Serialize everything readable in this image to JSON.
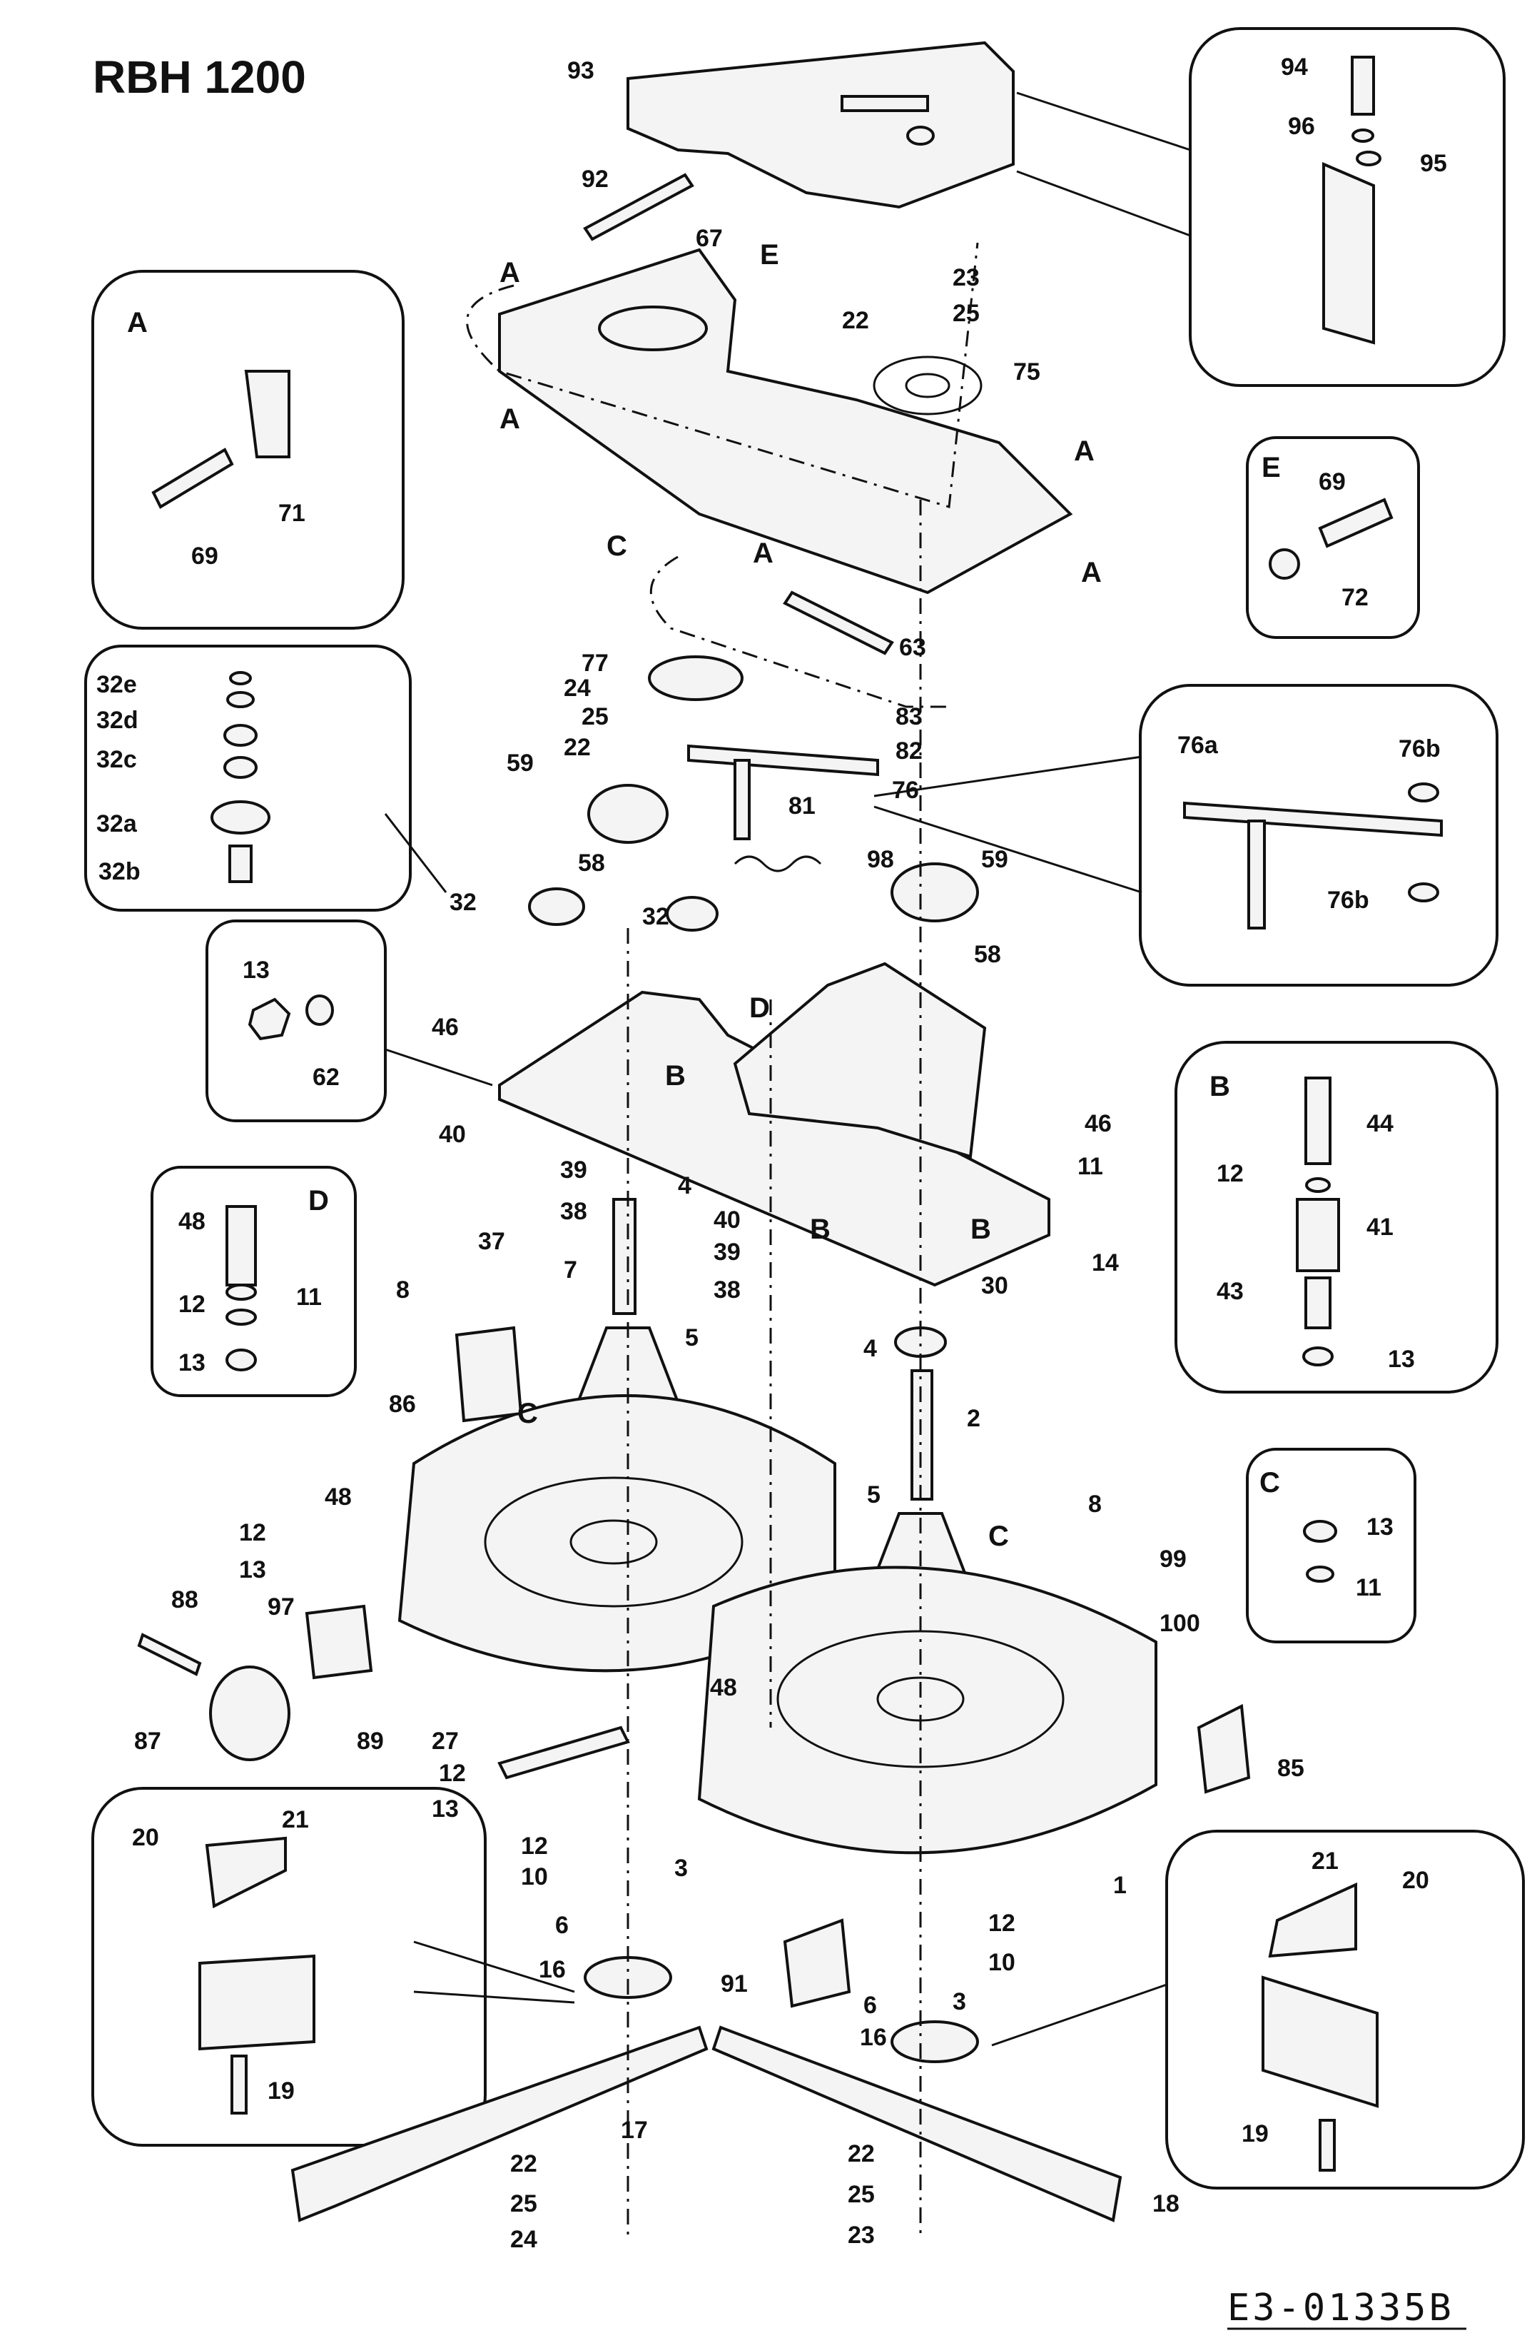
{
  "title": "RBH 1200",
  "drawing_code": "E3-01335B",
  "letters": {
    "A": "A",
    "B": "B",
    "C": "C",
    "D": "D",
    "E": "E"
  },
  "parts": {
    "p1": "1",
    "p2": "2",
    "p3": "3",
    "p4": "4",
    "p5": "5",
    "p6": "6",
    "p7": "7",
    "p8": "8",
    "p10": "10",
    "p11": "11",
    "p12": "12",
    "p13": "13",
    "p14": "14",
    "p16": "16",
    "p17": "17",
    "p18": "18",
    "p19": "19",
    "p20": "20",
    "p21": "21",
    "p22": "22",
    "p23": "23",
    "p24": "24",
    "p25": "25",
    "p27": "27",
    "p30": "30",
    "p32": "32",
    "p32a": "32a",
    "p32b": "32b",
    "p32c": "32c",
    "p32d": "32d",
    "p32e": "32e",
    "p37": "37",
    "p38": "38",
    "p39": "39",
    "p40": "40",
    "p41": "41",
    "p43": "43",
    "p44": "44",
    "p46": "46",
    "p48": "48",
    "p58": "58",
    "p59": "59",
    "p62": "62",
    "p63": "63",
    "p67": "67",
    "p69": "69",
    "p71": "71",
    "p72": "72",
    "p75": "75",
    "p76": "76",
    "p76a": "76a",
    "p76b": "76b",
    "p77": "77",
    "p81": "81",
    "p82": "82",
    "p83": "83",
    "p85": "85",
    "p86": "86",
    "p87": "87",
    "p88": "88",
    "p89": "89",
    "p91": "91",
    "p92": "92",
    "p93": "93",
    "p94": "94",
    "p95": "95",
    "p96": "96",
    "p97": "97",
    "p98": "98",
    "p99": "99",
    "p100": "100"
  }
}
